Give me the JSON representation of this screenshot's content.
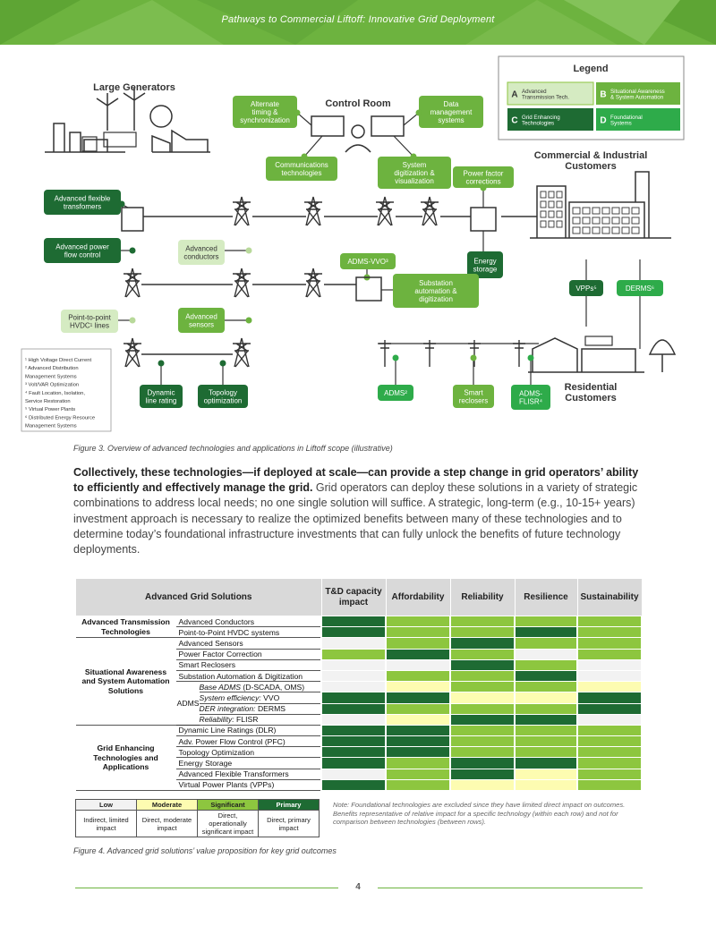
{
  "header": {
    "title": "Pathways to Commercial Liftoff: Innovative Grid Deployment"
  },
  "figure3": {
    "large_generators": "Large Generators",
    "control_room": "Control Room",
    "commercial": [
      "Commercial & Industrial",
      "Customers"
    ],
    "residential": [
      "Residential",
      "Customers"
    ],
    "legend": {
      "title": "Legend",
      "items": [
        {
          "letter": "A",
          "label": [
            "Advanced",
            "Transmission Tech."
          ],
          "color": "#d5ebc2"
        },
        {
          "letter": "B",
          "label": [
            "Situational Awareness",
            "& System Automation"
          ],
          "color": "#6db33f"
        },
        {
          "letter": "C",
          "label": [
            "Grid Enhancing",
            "Technologies"
          ],
          "color": "#1e6b33"
        },
        {
          "letter": "D",
          "label": [
            "Foundational",
            "Systems"
          ],
          "color": "#2eab4a"
        }
      ]
    },
    "boxes": {
      "alt_timing": [
        "Alternate",
        "timing &",
        "synchronization"
      ],
      "data_mgmt": [
        "Data",
        "management",
        "systems"
      ],
      "comms": [
        "Communications",
        "technologies"
      ],
      "sys_digit": [
        "System",
        "digitization &",
        "visualization"
      ],
      "pf_corr": [
        "Power factor",
        "corrections"
      ],
      "adv_flex": [
        "Advanced flexible",
        "transfomers"
      ],
      "adv_pfc": [
        "Advanced power",
        "flow control"
      ],
      "adv_cond": [
        "Advanced",
        "conductors"
      ],
      "adms_vvo": [
        "ADMS-VVO³"
      ],
      "energy_storage": [
        "Energy",
        "storage"
      ],
      "substation": [
        "Substation",
        "automation &",
        "digitization"
      ],
      "hvdc": [
        "Point-to-point",
        "HVDC¹ lines"
      ],
      "adv_sensors": [
        "Advanced",
        "sensors"
      ],
      "vpps": [
        "VPPs⁵"
      ],
      "derms": [
        "DERMS⁶"
      ],
      "dlr": [
        "Dynamic",
        "line rating"
      ],
      "topo": [
        "Topology",
        "optimization"
      ],
      "adms2": [
        "ADMS²"
      ],
      "smart_rec": [
        "Smart",
        "reclosers"
      ],
      "adms_flisr": [
        "ADMS-",
        "FLISR⁴"
      ]
    },
    "footnotes": [
      "¹ High Voltage Direct Current",
      "² Advanced Distribution",
      "  Management Systems",
      "³ Volt/VAR Optimization",
      "⁴ Fault Location, Isolation,",
      "  Service Restoration",
      "⁵ Virtual Power Plants",
      "⁶ Distributed Energy Resource",
      "  Management Systems"
    ]
  },
  "caption3": "Figure 3. Overview of advanced technologies and applications in Liftoff scope (illustrative)",
  "paragraph": {
    "bold": "Collectively, these technologies—if deployed at scale—can provide a step change in grid operators’ ability to efficiently and effectively manage the grid.",
    "rest": " Grid operators can deploy these solutions in a variety of strategic combinations to address local needs; no one single solution will suffice. A strategic, long-term (e.g., 10-15+ years) investment approach is necessary to realize the optimized benefits between many of these technologies and to determine today’s foundational infrastructure investments that can fully unlock the benefits of future technology deployments."
  },
  "table": {
    "headers": [
      "Advanced Grid Solutions",
      "T&D capacity impact",
      "Affordability",
      "Reliability",
      "Resilience",
      "Sustainability"
    ],
    "colors": {
      "low": "#f2f2f2",
      "moderate": "#fdfcb1",
      "significant": "#8dc63f",
      "primary": "#1e6b33"
    },
    "groups": [
      {
        "name": "Advanced Transmission Technologies",
        "rows": [
          {
            "label": "Advanced Conductors",
            "ratings": [
              "primary",
              "significant",
              "significant",
              "significant",
              "significant"
            ]
          },
          {
            "label": "Point-to-Point HVDC systems",
            "ratings": [
              "primary",
              "significant",
              "significant",
              "primary",
              "significant"
            ]
          }
        ]
      },
      {
        "name": "Situational Awareness and System Automation Solutions",
        "rows": [
          {
            "label": "Advanced Sensors",
            "ratings": [
              "low",
              "significant",
              "primary",
              "significant",
              "significant"
            ]
          },
          {
            "label": "Power Factor Correction",
            "ratings": [
              "significant",
              "primary",
              "significant",
              "low",
              "significant"
            ]
          },
          {
            "label": "Smart Reclosers",
            "ratings": [
              "low",
              "low",
              "primary",
              "significant",
              "low"
            ]
          },
          {
            "label": "Substation Automation & Digitization",
            "ratings": [
              "low",
              "significant",
              "significant",
              "primary",
              "low"
            ]
          },
          {
            "label": "Base ADMS (D-SCADA, OMS)",
            "italic": "Base ADMS",
            "normal": " (D-SCADA, OMS)",
            "adms": true,
            "ratings": [
              "low",
              "moderate",
              "significant",
              "significant",
              "moderate"
            ]
          },
          {
            "label": "System efficiency: VVO",
            "italic": "System efficiency:",
            "normal": " VVO",
            "adms": true,
            "ratings": [
              "primary",
              "primary",
              "moderate",
              "moderate",
              "primary"
            ]
          },
          {
            "label": "DER integration: DERMS",
            "italic": "DER integration:",
            "normal": " DERMS",
            "adms": true,
            "ratings": [
              "primary",
              "significant",
              "significant",
              "significant",
              "primary"
            ]
          },
          {
            "label": "Reliability: FLISR",
            "italic": "Reliability:",
            "normal": " FLISR",
            "adms": true,
            "ratings": [
              "low",
              "moderate",
              "primary",
              "primary",
              "low"
            ]
          }
        ],
        "adms_label": "ADMS"
      },
      {
        "name": "Grid Enhancing Technologies and Applications",
        "rows": [
          {
            "label": "Dynamic Line Ratings (DLR)",
            "ratings": [
              "primary",
              "primary",
              "significant",
              "significant",
              "significant"
            ]
          },
          {
            "label": "Adv. Power Flow Control (PFC)",
            "ratings": [
              "primary",
              "primary",
              "significant",
              "significant",
              "significant"
            ]
          },
          {
            "label": "Topology Optimization",
            "ratings": [
              "primary",
              "primary",
              "significant",
              "significant",
              "significant"
            ]
          },
          {
            "label": "Energy Storage",
            "ratings": [
              "primary",
              "significant",
              "primary",
              "primary",
              "significant"
            ]
          },
          {
            "label": "Advanced Flexible Transformers",
            "ratings": [
              "low",
              "significant",
              "primary",
              "moderate",
              "significant"
            ]
          },
          {
            "label": "Virtual Power Plants (VPPs)",
            "ratings": [
              "primary",
              "significant",
              "moderate",
              "moderate",
              "significant"
            ]
          }
        ]
      }
    ]
  },
  "rating_legend": {
    "levels": [
      {
        "key": "low",
        "name": "Low",
        "desc": [
          "Indirect, limited",
          "impact"
        ]
      },
      {
        "key": "moderate",
        "name": "Moderate",
        "desc": [
          "Direct, moderate",
          "impact"
        ]
      },
      {
        "key": "significant",
        "name": "Significant",
        "desc": [
          "Direct, operationally",
          "significant impact"
        ]
      },
      {
        "key": "primary",
        "name": "Primary",
        "desc": [
          "Direct, primary",
          "impact"
        ]
      }
    ]
  },
  "note": "Note: Foundational technologies are excluded since they have limited direct impact on outcomes. Benefits representative of relative impact for a specific technology (within each row) and not for comparison between technologies (between rows).",
  "caption4": "Figure 4. Advanced grid solutions’ value proposition for key grid outcomes",
  "page_number": "4"
}
